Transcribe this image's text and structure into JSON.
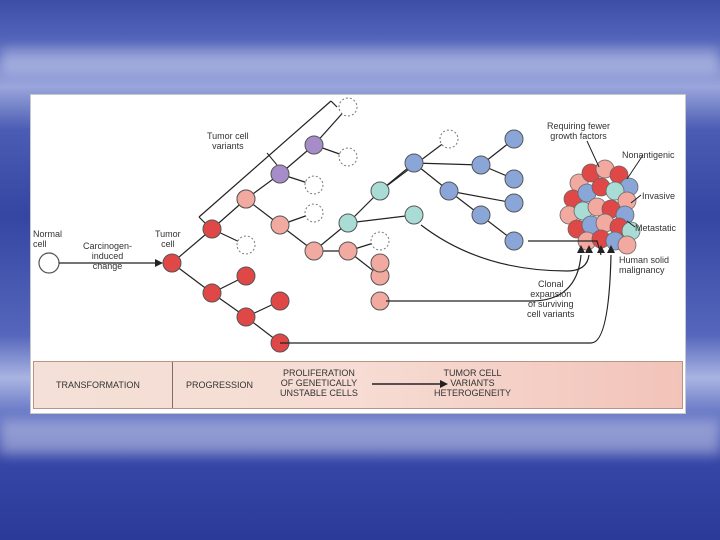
{
  "labels": {
    "tumor_cell_variants": "Tumor cell\nvariants",
    "normal_cell": "Normal\ncell",
    "carcinogen": "Carcinogen-\ninduced\nchange",
    "tumor_cell": "Tumor\ncell",
    "requiring_fewer": "Requiring fewer\ngrowth factors",
    "nonantigenic": "Nonantigenic",
    "invasive": "Invasive",
    "metastatic": "Metastatic",
    "human_solid": "Human solid\nmalignancy",
    "clonal_expansion": "Clonal\nexpansion\nof surviving\ncell variants"
  },
  "stages": {
    "transformation": "TRANSFORMATION",
    "progression": "PROGRESSION",
    "proliferation": "PROLIFERATION\nOF GENETICALLY\nUNSTABLE CELLS",
    "heterogeneity": "TUMOR CELL\nVARIANTS\nHETEROGENEITY"
  },
  "colors": {
    "red": "#e04848",
    "pink": "#f2a9a0",
    "purple": "#a68cc8",
    "teal": "#a8dcd4",
    "blue": "#8aa6d8",
    "outline": "#555555"
  }
}
